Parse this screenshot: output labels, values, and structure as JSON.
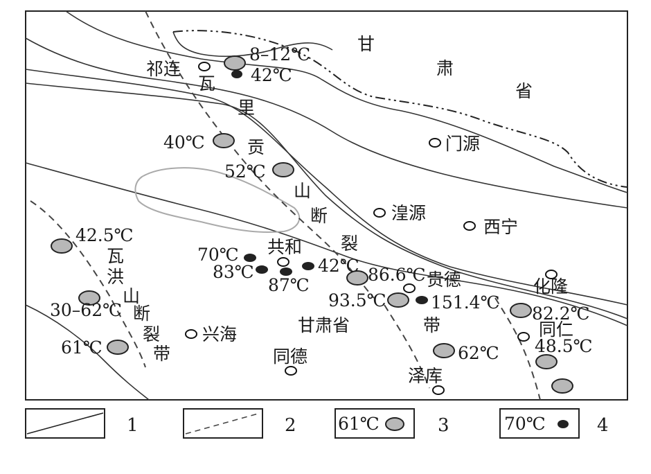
{
  "map": {
    "province_label": [
      "甘",
      "肃",
      "省"
    ],
    "places": {
      "qilian": "祁连",
      "menyuan": "门源",
      "huangyuan": "湟源",
      "xining": "西宁",
      "gonghe": "共和",
      "guide": "贵德",
      "hualong": "化隆",
      "tongren": "同仁",
      "xinghai": "兴海",
      "tongde": "同德",
      "zeku": "泽库"
    },
    "region_label": "甘肃省",
    "fault_walili": [
      "瓦",
      "里",
      "贡",
      "山",
      "断",
      "裂"
    ],
    "fault_wahong": [
      "瓦",
      "洪",
      "山",
      "断",
      "裂",
      "带"
    ],
    "belt_char": "带",
    "temps": {
      "t1": "8–12℃",
      "t2": "42℃",
      "t3": "40℃",
      "t4": "52℃",
      "t5": "42.5℃",
      "t6": "30–62℃",
      "t7": "61℃",
      "t8": "70℃",
      "t9": "83℃",
      "t10": "87℃",
      "t11": "42℃",
      "t12": "86.6℃",
      "t13": "93.5℃",
      "t14": "151.4℃",
      "t15": "82.2℃",
      "t16": "48.5℃",
      "t17": "62℃"
    }
  },
  "legend": {
    "items": [
      {
        "number": "1"
      },
      {
        "number": "2"
      },
      {
        "number": "3",
        "label": "61℃"
      },
      {
        "number": "4",
        "label": "70℃"
      }
    ]
  }
}
